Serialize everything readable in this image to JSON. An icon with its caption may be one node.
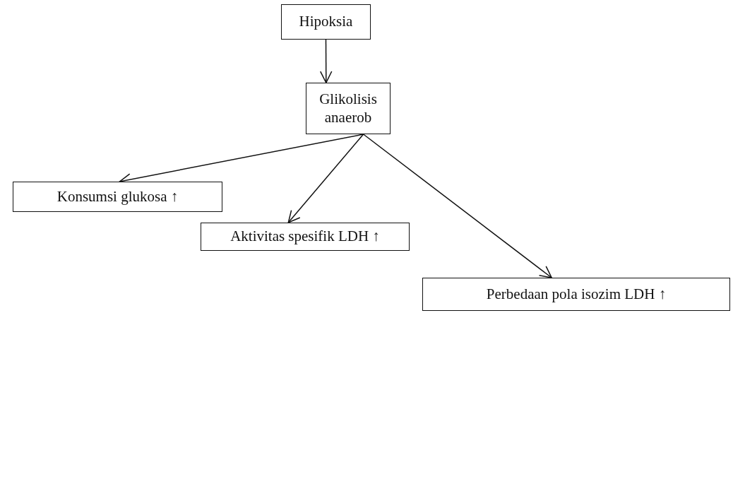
{
  "diagram": {
    "nodes": [
      {
        "text": [
          "Hipoksia"
        ]
      },
      {
        "text": [
          "Glikolisis anaerob"
        ]
      },
      {
        "text": [
          "Konsumsi glukosa ↑"
        ]
      },
      {
        "text": [
          "Aktivitas spesifik LDH ↑"
        ]
      },
      {
        "text": [
          "Perbedaan pola isozim LDH ↑"
        ]
      }
    ],
    "edges": [
      {
        "from": 0,
        "to": 1,
        "arrow": "to"
      },
      {
        "from": 1,
        "to": 2,
        "arrow": "to"
      },
      {
        "from": 1,
        "to": 3,
        "arrow": "to"
      },
      {
        "from": 1,
        "to": 4,
        "arrow": "to"
      }
    ]
  }
}
